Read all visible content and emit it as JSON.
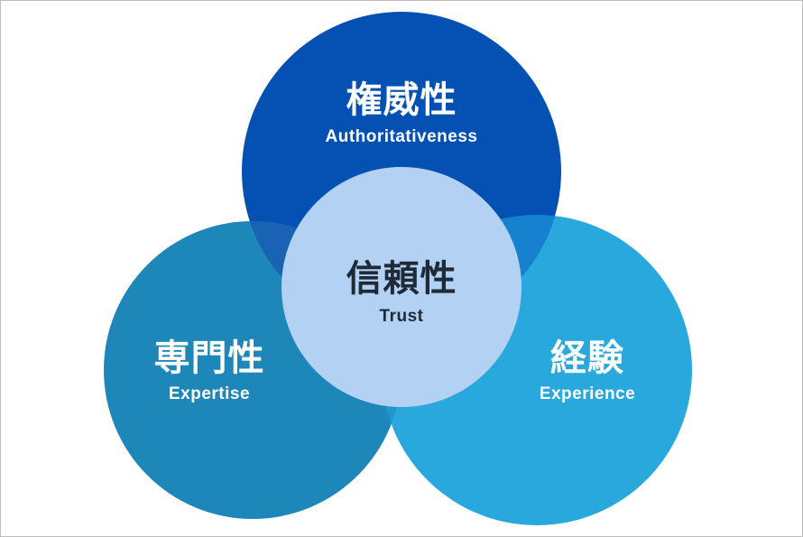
{
  "diagram": {
    "top": {
      "title": "権威性",
      "subtitle": "Authoritativeness",
      "color": "#0550b3"
    },
    "left": {
      "title": "専門性",
      "subtitle": "Expertise",
      "color": "#1e87b9"
    },
    "right": {
      "title": "経験",
      "subtitle": "Experience",
      "color": "#29a8de"
    },
    "center": {
      "title": "信頼性",
      "subtitle": "Trust",
      "color": "#b3d1f3"
    },
    "overlap_colors": {
      "top_left": "#1a63b4",
      "top_right": "#1581cf",
      "left_right": "#1f96cf"
    }
  }
}
